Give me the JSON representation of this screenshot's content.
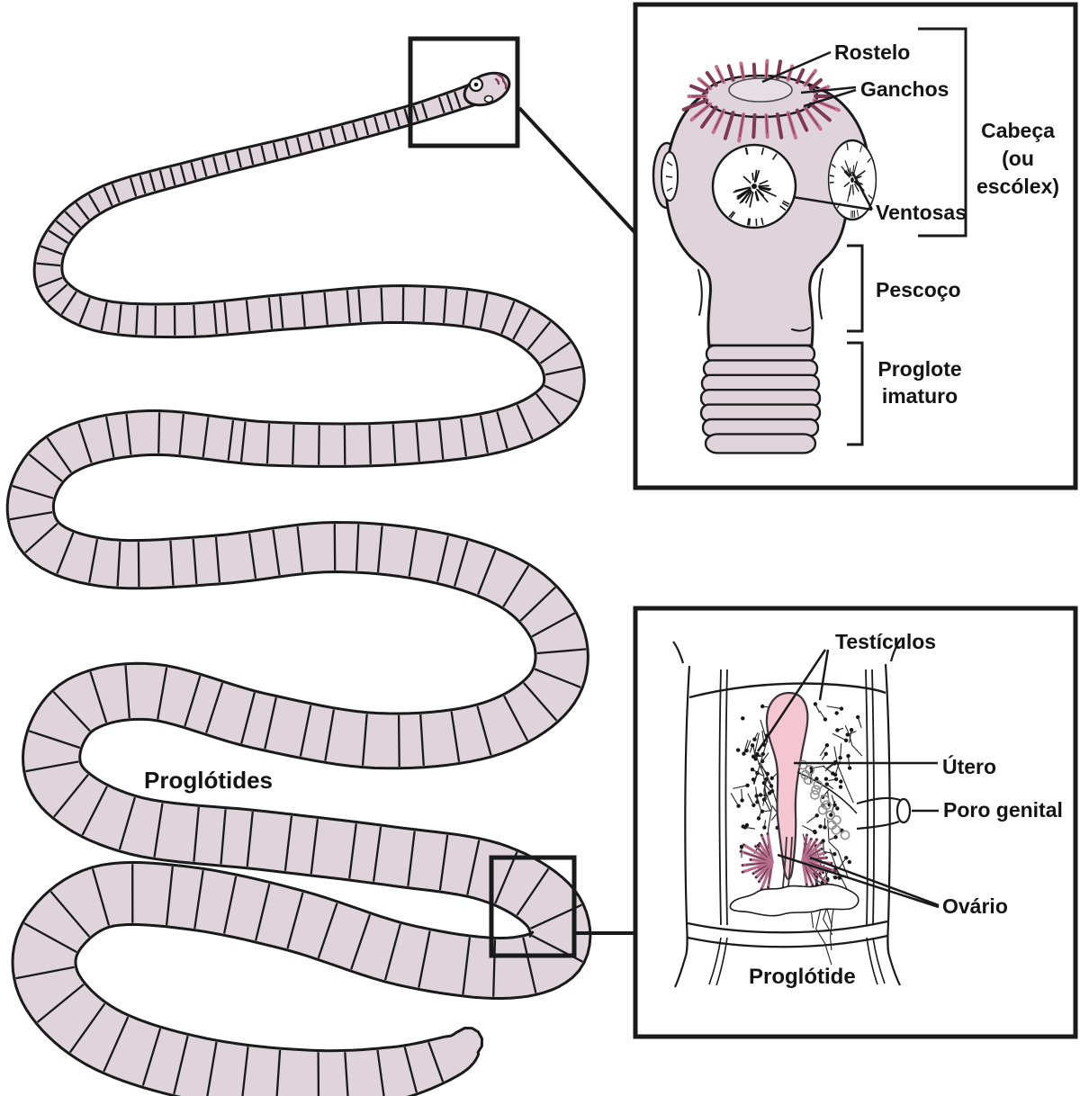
{
  "colors": {
    "body_fill": "#DFD4DA",
    "body_fill_light": "#E7DEE3",
    "outline_ink": "#1a1a1a",
    "hook_pink": "#C4728E",
    "hook_dark": "#7E3A52",
    "uterus_pink": "#F3C6D1",
    "uterus_outline": "#3A3238",
    "ovary_pink": "#B56F8C",
    "ovary_dark": "#533040",
    "coil_gray": "#8A8A8A"
  },
  "main_diagram": {
    "proglotides_label": "Proglótides"
  },
  "scolex_inset": {
    "rostelo_label": "Rostelo",
    "ganchos_label": "Ganchos",
    "ventosas_label": "Ventosas",
    "cabeca_label_line1": "Cabeça",
    "cabeca_label_line2": "(ou",
    "cabeca_label_line3": "escólex)",
    "pescoco_label": "Pescoço",
    "proglote_label_line1": "Proglote",
    "proglote_label_line2": "imaturo"
  },
  "proglottid_inset": {
    "testiculos_label": "Testículos",
    "utero_label": "Útero",
    "poro_genital_label": "Poro genital",
    "ovario_label": "Ovário",
    "caption": "Proglótide"
  }
}
